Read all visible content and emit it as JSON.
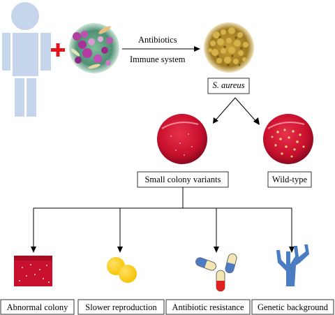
{
  "arrow_labels": {
    "top": "Antibiotics",
    "bottom": "Immune system"
  },
  "organism_label": "S. aureus",
  "variants": {
    "small": "Small colony variants",
    "wild": "Wild-type"
  },
  "outcomes": [
    "Abnormal colony",
    "Slower reproduction",
    "Antibiotic resistance",
    "Genetic background"
  ],
  "colors": {
    "person": "#c5d6ec",
    "cross": "#e4161c",
    "agar_red": "#c8102e",
    "colony_yellow": "#f5c400",
    "pill_blue": "#4d7ac0",
    "pill_red": "#e02020",
    "pill_cream": "#f3e6b4",
    "tree_blue": "#4a7cc4"
  }
}
